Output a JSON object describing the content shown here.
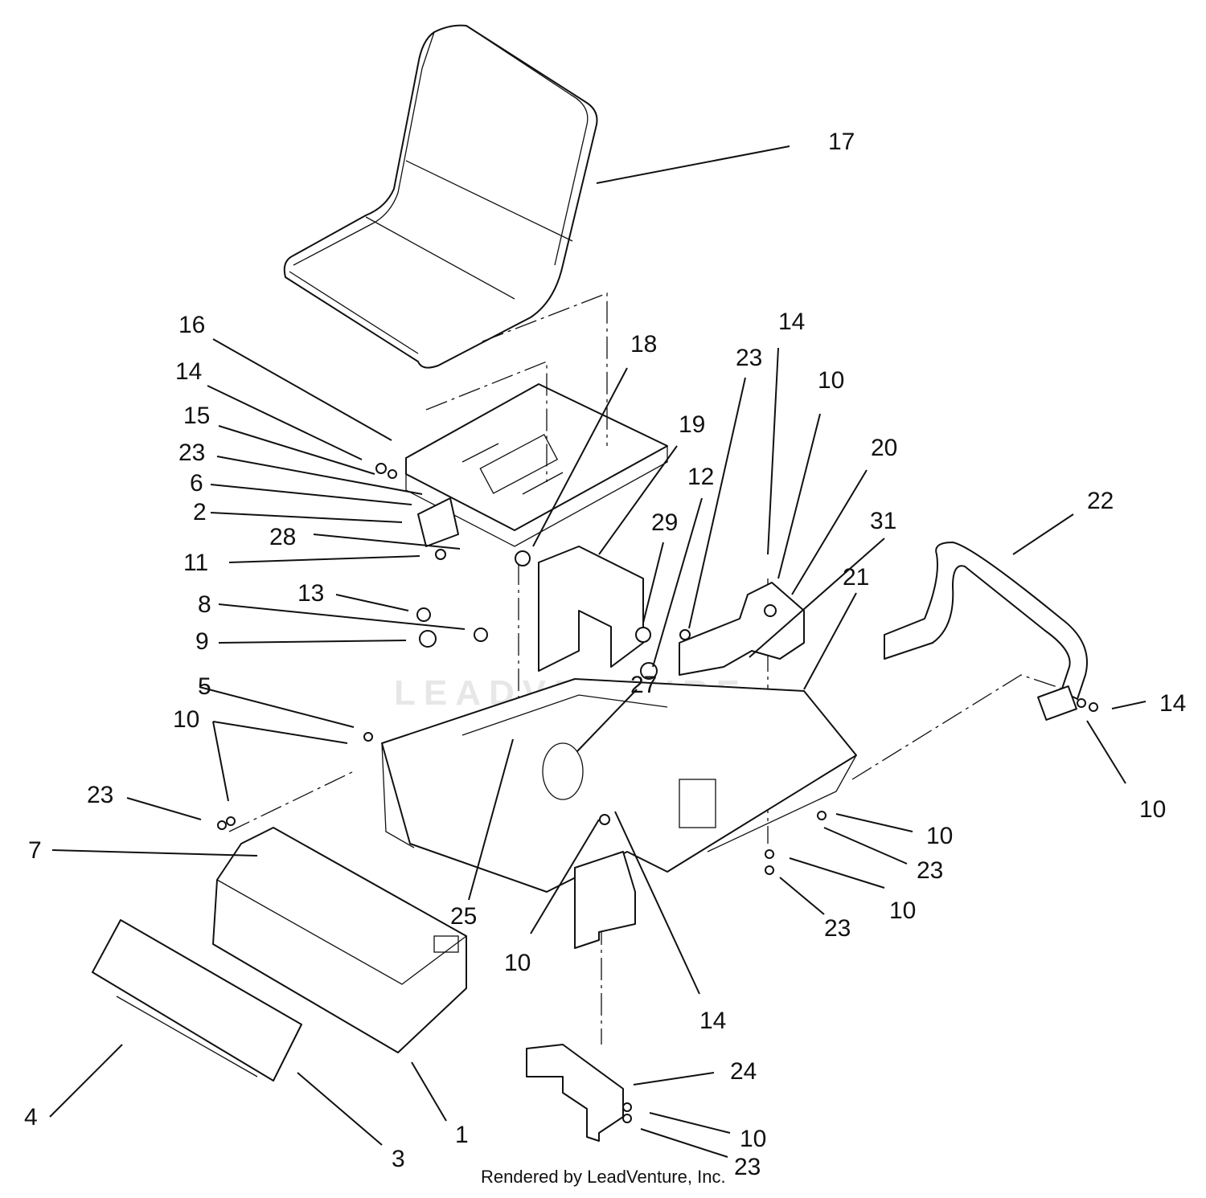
{
  "diagram": {
    "callouts": [
      {
        "id": "c17",
        "text": "17"
      },
      {
        "id": "c16",
        "text": "16"
      },
      {
        "id": "c14a",
        "text": "14"
      },
      {
        "id": "c15",
        "text": "15"
      },
      {
        "id": "c23a",
        "text": "23"
      },
      {
        "id": "c6",
        "text": "6"
      },
      {
        "id": "c2",
        "text": "2"
      },
      {
        "id": "c28",
        "text": "28"
      },
      {
        "id": "c11",
        "text": "11"
      },
      {
        "id": "c13",
        "text": "13"
      },
      {
        "id": "c8",
        "text": "8"
      },
      {
        "id": "c9",
        "text": "9"
      },
      {
        "id": "c18",
        "text": "18"
      },
      {
        "id": "c19",
        "text": "19"
      },
      {
        "id": "c12",
        "text": "12"
      },
      {
        "id": "c29",
        "text": "29"
      },
      {
        "id": "c23b",
        "text": "23"
      },
      {
        "id": "c14b",
        "text": "14"
      },
      {
        "id": "c10a",
        "text": "10"
      },
      {
        "id": "c20",
        "text": "20"
      },
      {
        "id": "c31",
        "text": "31"
      },
      {
        "id": "c21",
        "text": "21"
      },
      {
        "id": "c22",
        "text": "22"
      },
      {
        "id": "c14c",
        "text": "14"
      },
      {
        "id": "c10b",
        "text": "10"
      },
      {
        "id": "c10c",
        "text": "10"
      },
      {
        "id": "c23c",
        "text": "23"
      },
      {
        "id": "c10d",
        "text": "10"
      },
      {
        "id": "c23d",
        "text": "23"
      },
      {
        "id": "c5",
        "text": "5"
      },
      {
        "id": "c10e",
        "text": "10"
      },
      {
        "id": "c27",
        "text": "27"
      },
      {
        "id": "c23e",
        "text": "23"
      },
      {
        "id": "c7",
        "text": "7"
      },
      {
        "id": "c25",
        "text": "25"
      },
      {
        "id": "c10f",
        "text": "10"
      },
      {
        "id": "c14d",
        "text": "14"
      },
      {
        "id": "c24",
        "text": "24"
      },
      {
        "id": "c10g",
        "text": "10"
      },
      {
        "id": "c23f",
        "text": "23"
      },
      {
        "id": "c4",
        "text": "4"
      },
      {
        "id": "c3",
        "text": "3"
      },
      {
        "id": "c1",
        "text": "1"
      }
    ],
    "watermark": "LEADVENTURE",
    "footer": "Rendered by LeadVenture, Inc."
  }
}
